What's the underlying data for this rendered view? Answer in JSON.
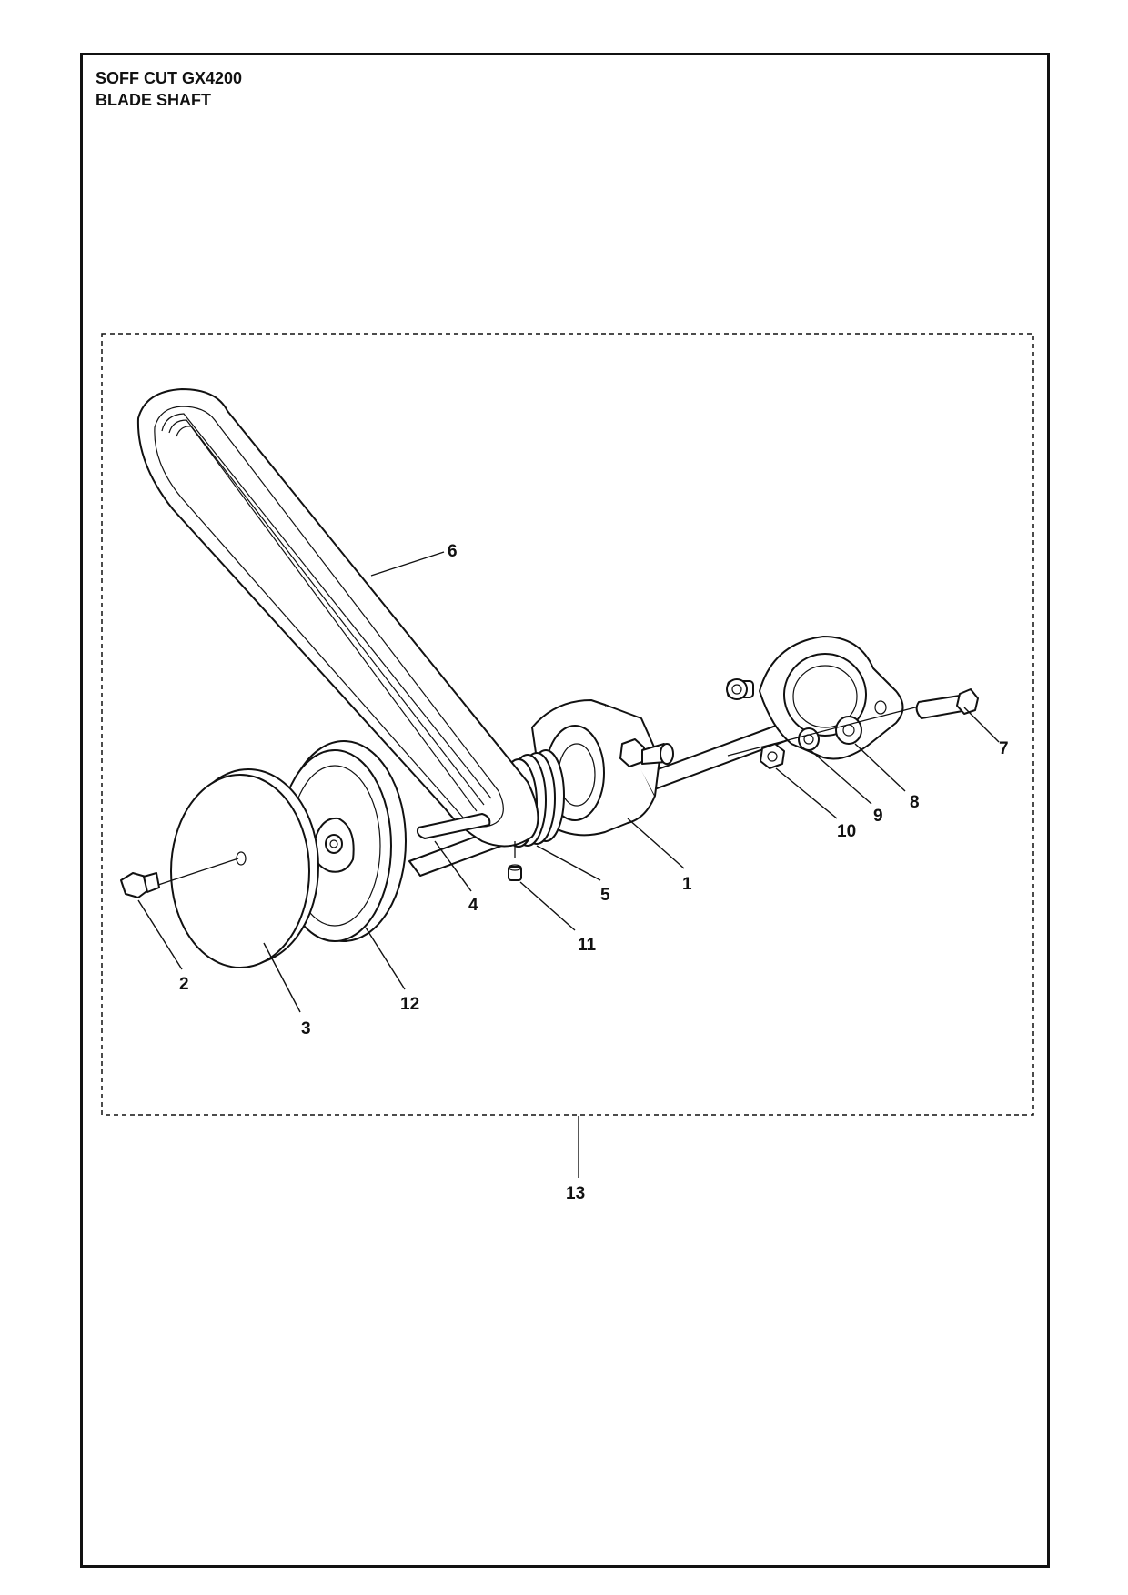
{
  "title": {
    "model": "SOFF CUT GX4200",
    "section": "BLADE SHAFT"
  },
  "callouts": {
    "c1": "1",
    "c2": "2",
    "c3": "3",
    "c4": "4",
    "c5": "5",
    "c6": "6",
    "c7": "7",
    "c8": "8",
    "c9": "9",
    "c10": "10",
    "c11": "11",
    "c12": "12",
    "c13": "13"
  }
}
